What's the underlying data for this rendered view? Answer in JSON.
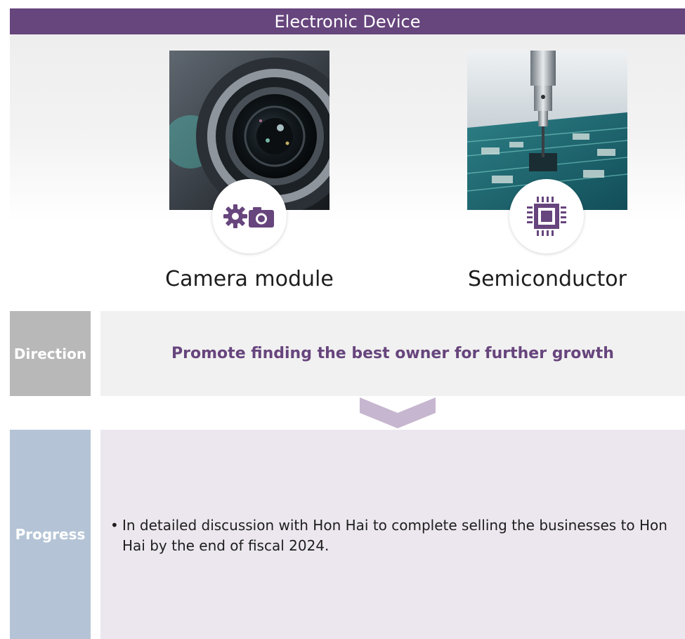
{
  "header": {
    "title": "Electronic Device"
  },
  "segments": [
    {
      "caption": "Camera module",
      "icon": "camera-gear-icon"
    },
    {
      "caption": "Semiconductor",
      "icon": "chip-icon"
    }
  ],
  "direction": {
    "label": "Direction",
    "text": "Promote finding the best owner for further growth"
  },
  "progress": {
    "label": "Progress",
    "items": [
      "In detailed discussion with Hon Hai to complete selling the businesses to Hon Hai by the end of fiscal 2024."
    ]
  },
  "colors": {
    "brand_purple": "#67457d",
    "direction_gray": "#b8b8b8",
    "progress_blue": "#b4c4d6",
    "progress_panel": "#ece7ee",
    "chevron": "#c7b6cf"
  }
}
